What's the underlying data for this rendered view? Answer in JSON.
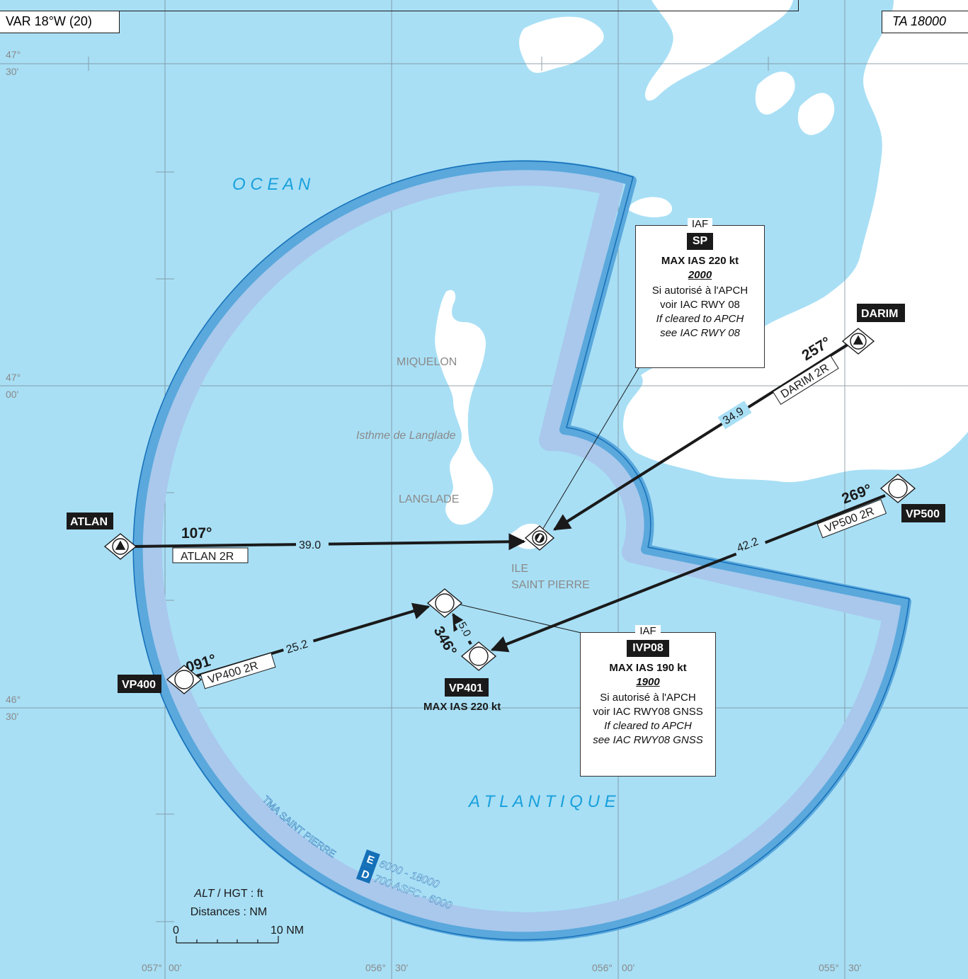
{
  "header": {
    "variation": "VAR 18°W (20)",
    "transition_altitude": "TA 18000"
  },
  "coords": {
    "lat_47_30": [
      "47°",
      "30'"
    ],
    "lat_47_00": [
      "47°",
      "00'"
    ],
    "lat_46_30": [
      "46°",
      "30'"
    ],
    "lon_057_00": [
      "057°",
      "00'"
    ],
    "lon_056_30": [
      "056°",
      "30'"
    ],
    "lon_056_00": [
      "056°",
      "00'"
    ],
    "lon_055_30": [
      "055°",
      "30'"
    ]
  },
  "places": {
    "ocean": "O C E A N",
    "atlantique": "A T L A N T I Q U E",
    "miquelon": "MIQUELON",
    "isthme": "Isthme de Langlade",
    "langlade": "LANGLADE",
    "ile": "ILE",
    "saint_pierre": "SAINT PIERRE"
  },
  "waypoints": {
    "atlan": "ATLAN",
    "darim": "DARIM",
    "vp500": "VP500",
    "vp400": "VP400",
    "vp401": "VP401",
    "vp401_speed": "MAX IAS 220 kt"
  },
  "routes": {
    "atlan": {
      "course": "107°",
      "name": "ATLAN 2R",
      "distance": "39.0"
    },
    "darim": {
      "course": "257°",
      "name": "DARIM 2R",
      "distance": "34.9"
    },
    "vp500": {
      "course": "269°",
      "name": "VP500 2R",
      "distance": "42.2"
    },
    "vp400": {
      "course": "091°",
      "name": "VP400 2R",
      "distance": "25.2"
    },
    "vp401": {
      "course": "346°",
      "distance": "5.0"
    }
  },
  "iaf_sp": {
    "head": "IAF",
    "name": "SP",
    "speed": "MAX IAS 220 kt",
    "altitude": "2000",
    "fr1": "Si autorisé à l'APCH",
    "fr2": "voir IAC RWY 08",
    "en1": "If cleared to APCH",
    "en2": "see IAC RWY 08"
  },
  "iaf_ivp08": {
    "head": "IAF",
    "name": "IVP08",
    "speed": "MAX IAS 190 kt",
    "altitude": "1900",
    "fr1": "Si autorisé à l'APCH",
    "fr2": "voir IAC RWY08 GNSS",
    "en1": "If cleared to APCH",
    "en2": "see IAC RWY08 GNSS"
  },
  "tma": {
    "name": "TMA SAINT PIERRE",
    "class_e": "E",
    "class_d": "D",
    "limits_e": "6000 - 18000",
    "limits_d": "700 ASFC - 6000"
  },
  "legend": {
    "alt_italic": "ALT",
    "alt_rest": " / HGT : ft",
    "distances": "Distances : NM",
    "scale_zero": "0",
    "scale_ten": "10 NM"
  },
  "colors": {
    "sea": "#a8dff5",
    "land": "#ffffff",
    "tma_band": "#5aa8dc",
    "tma_inner": "#a9c8ec",
    "place_blue": "#1aa0dc",
    "grey_text": "#8a8a8a"
  }
}
